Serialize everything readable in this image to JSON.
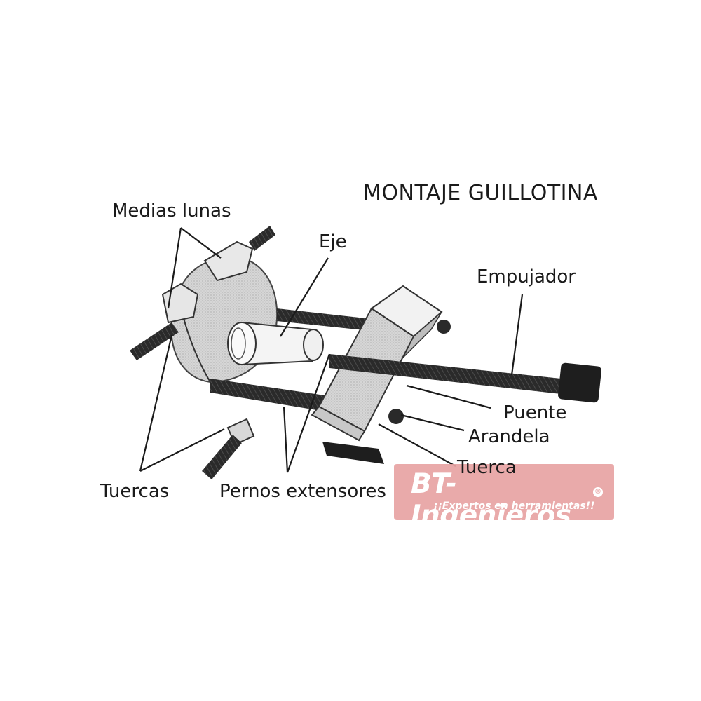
{
  "title": "MONTAJE GUILLOTINA",
  "labels": {
    "medias_lunas": "Medias lunas",
    "eje": "Eje",
    "empujador": "Empujador",
    "puente": "Puente",
    "arandela": "Arandela",
    "tuerca": "Tuerca",
    "tuercas": "Tuercas",
    "pernos_extensores": "Pernos extensores"
  },
  "watermark": {
    "brand": "BT-Ingenieros",
    "registered": "®",
    "tagline": "¡¡Expertos en herramientas!!",
    "color": "#e8a3a3"
  },
  "colors": {
    "background": "#ffffff",
    "ink": "#1a1a1a",
    "metal_light": "#d9d9d9",
    "metal_dark": "#222222"
  }
}
